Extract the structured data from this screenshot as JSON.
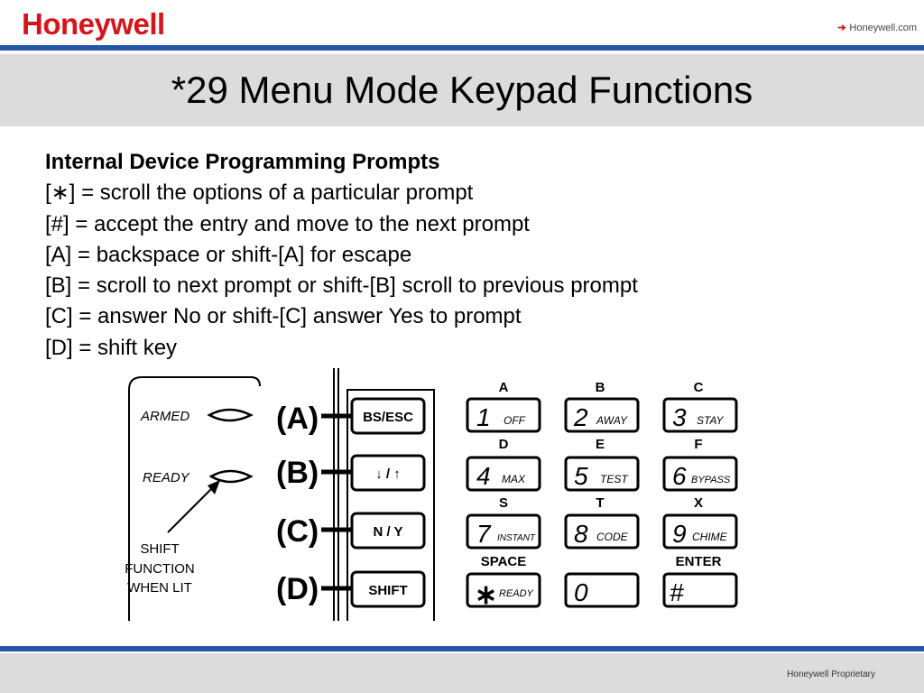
{
  "header": {
    "logo_text": "Honeywell",
    "link_text": "Honeywell.com",
    "link_arrow": "arrow-right-icon"
  },
  "slide": {
    "title": "*29 Menu Mode Keypad Functions",
    "heading": "Internal Device Programming Prompts",
    "lines": [
      "[∗] = scroll the options of a particular prompt",
      "[#] = accept the entry and move to the next prompt",
      "[A] = backspace or shift-[A] for escape",
      "[B] = scroll to next prompt or shift-[B] scroll to previous prompt",
      "[C] = answer No or shift-[C] answer Yes to prompt",
      "[D] = shift key"
    ]
  },
  "diagram": {
    "indicators": [
      "ARMED",
      "READY"
    ],
    "shift_note": [
      "SHIFT",
      "FUNCTION",
      "WHEN LIT"
    ],
    "function_keys": [
      {
        "letter": "(A)",
        "label": "BS/ESC"
      },
      {
        "letter": "(B)",
        "label": "↓  /  ↑"
      },
      {
        "letter": "(C)",
        "label": "N / Y"
      },
      {
        "letter": "(D)",
        "label": "SHIFT"
      }
    ],
    "keypad": [
      {
        "top": "A",
        "num": "1",
        "sub": "OFF"
      },
      {
        "top": "B",
        "num": "2",
        "sub": "AWAY"
      },
      {
        "top": "C",
        "num": "3",
        "sub": "STAY"
      },
      {
        "top": "D",
        "num": "4",
        "sub": "MAX"
      },
      {
        "top": "E",
        "num": "5",
        "sub": "TEST"
      },
      {
        "top": "F",
        "num": "6",
        "sub": "BYPASS"
      },
      {
        "top": "S",
        "num": "7",
        "sub": "INSTANT"
      },
      {
        "top": "T",
        "num": "8",
        "sub": "CODE"
      },
      {
        "top": "X",
        "num": "9",
        "sub": "CHIME"
      },
      {
        "top": "SPACE",
        "num": "∗",
        "sub": "READY"
      },
      {
        "top": "",
        "num": "0",
        "sub": ""
      },
      {
        "top": "ENTER",
        "num": "#",
        "sub": ""
      }
    ]
  },
  "footer": {
    "text": "Honeywell Proprietary"
  },
  "colors": {
    "brand_red": "#d7141a",
    "rule_blue": "#2257a8",
    "band_gray": "#dcdcdc"
  }
}
